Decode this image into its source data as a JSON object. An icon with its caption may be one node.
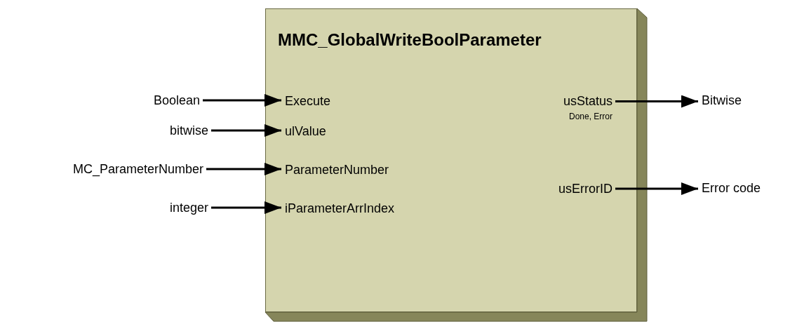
{
  "diagram": {
    "nodes": [
      {
        "text": [
          "MMC_GlobalWriteBoolParameter"
        ]
      },
      {
        "text": [
          "Execute"
        ],
        "in": 0
      },
      {
        "text": [
          "ulValue"
        ],
        "in": 0
      },
      {
        "text": [
          "ParameterNumber"
        ],
        "in": 0
      },
      {
        "text": [
          "iParameterArrIndex"
        ],
        "in": 0
      },
      {
        "text": [
          "usStatus",
          "Done, Error"
        ],
        "in": 0
      },
      {
        "text": [
          "usErrorID"
        ],
        "in": 0
      },
      {
        "text": [
          "Boolean"
        ]
      },
      {
        "text": [
          "bitwise"
        ]
      },
      {
        "text": [
          "MC_ParameterNumber"
        ]
      },
      {
        "text": [
          "integer"
        ]
      },
      {
        "text": [
          "Bitwise"
        ]
      },
      {
        "text": [
          "Error code"
        ]
      }
    ],
    "edges": [
      {
        "from": 7,
        "to": 1,
        "arrow": "to"
      },
      {
        "from": 8,
        "to": 2,
        "arrow": "to"
      },
      {
        "from": 9,
        "to": 3,
        "arrow": "to"
      },
      {
        "from": 10,
        "to": 4,
        "arrow": "to"
      },
      {
        "from": 5,
        "to": 11,
        "arrow": "to"
      },
      {
        "from": 6,
        "to": 12,
        "arrow": "to"
      }
    ]
  }
}
